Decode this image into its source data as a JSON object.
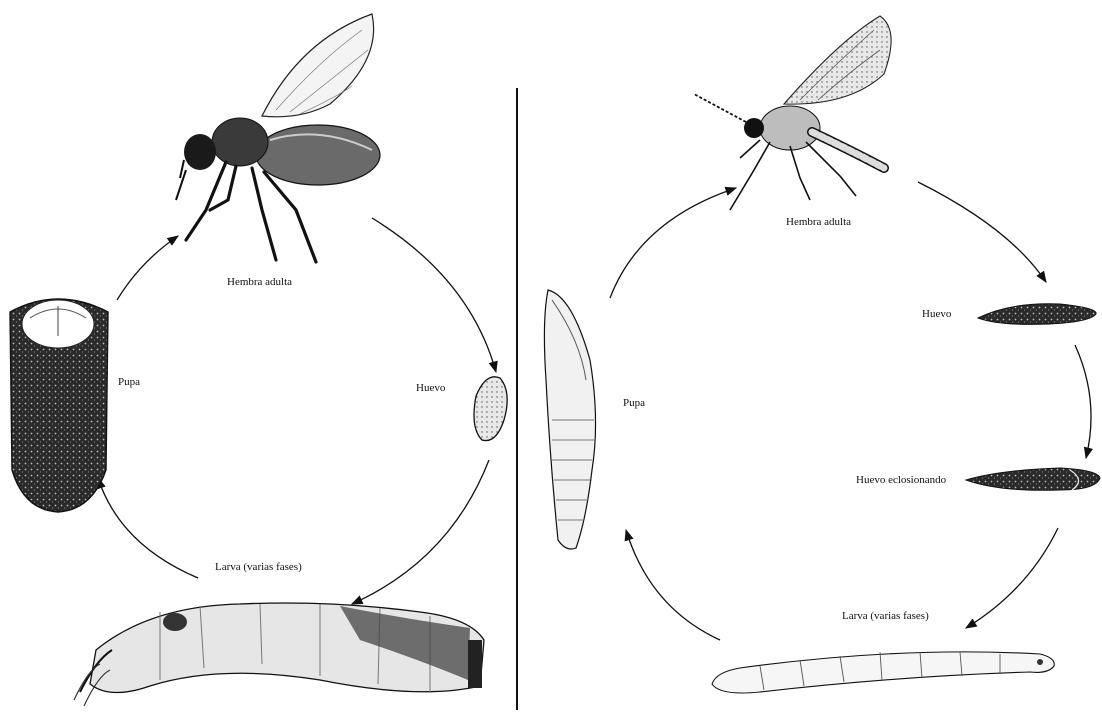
{
  "left_cycle": {
    "stages": {
      "adult": "Hembra adulta",
      "egg": "Huevo",
      "larva": "Larva (varias fases)",
      "pupa": "Pupa"
    }
  },
  "right_cycle": {
    "stages": {
      "adult": "Hembra adulta",
      "egg": "Huevo",
      "egg_hatching": "Huevo eclosionando",
      "larva": "Larva (varias fases)",
      "pupa": "Pupa"
    }
  },
  "colors": {
    "ink": "#111111",
    "background": "#ffffff"
  }
}
